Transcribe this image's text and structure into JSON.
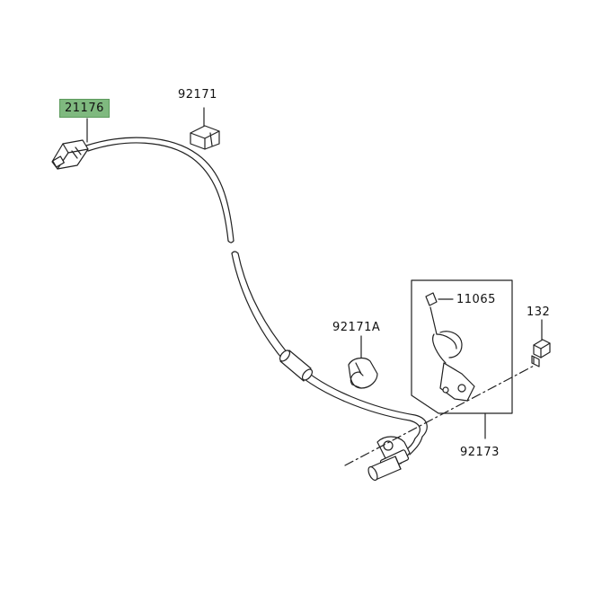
{
  "diagram": {
    "line_color": "#222222",
    "highlight_color": "#7fb97f",
    "parts": [
      {
        "id": "21176",
        "label": "21176",
        "highlighted": true
      },
      {
        "id": "92171",
        "label": "92171",
        "highlighted": false
      },
      {
        "id": "92171A",
        "label": "92171A",
        "highlighted": false
      },
      {
        "id": "11065",
        "label": "11065",
        "highlighted": false
      },
      {
        "id": "132",
        "label": "132",
        "highlighted": false
      },
      {
        "id": "92173",
        "label": "92173",
        "highlighted": false
      }
    ]
  }
}
